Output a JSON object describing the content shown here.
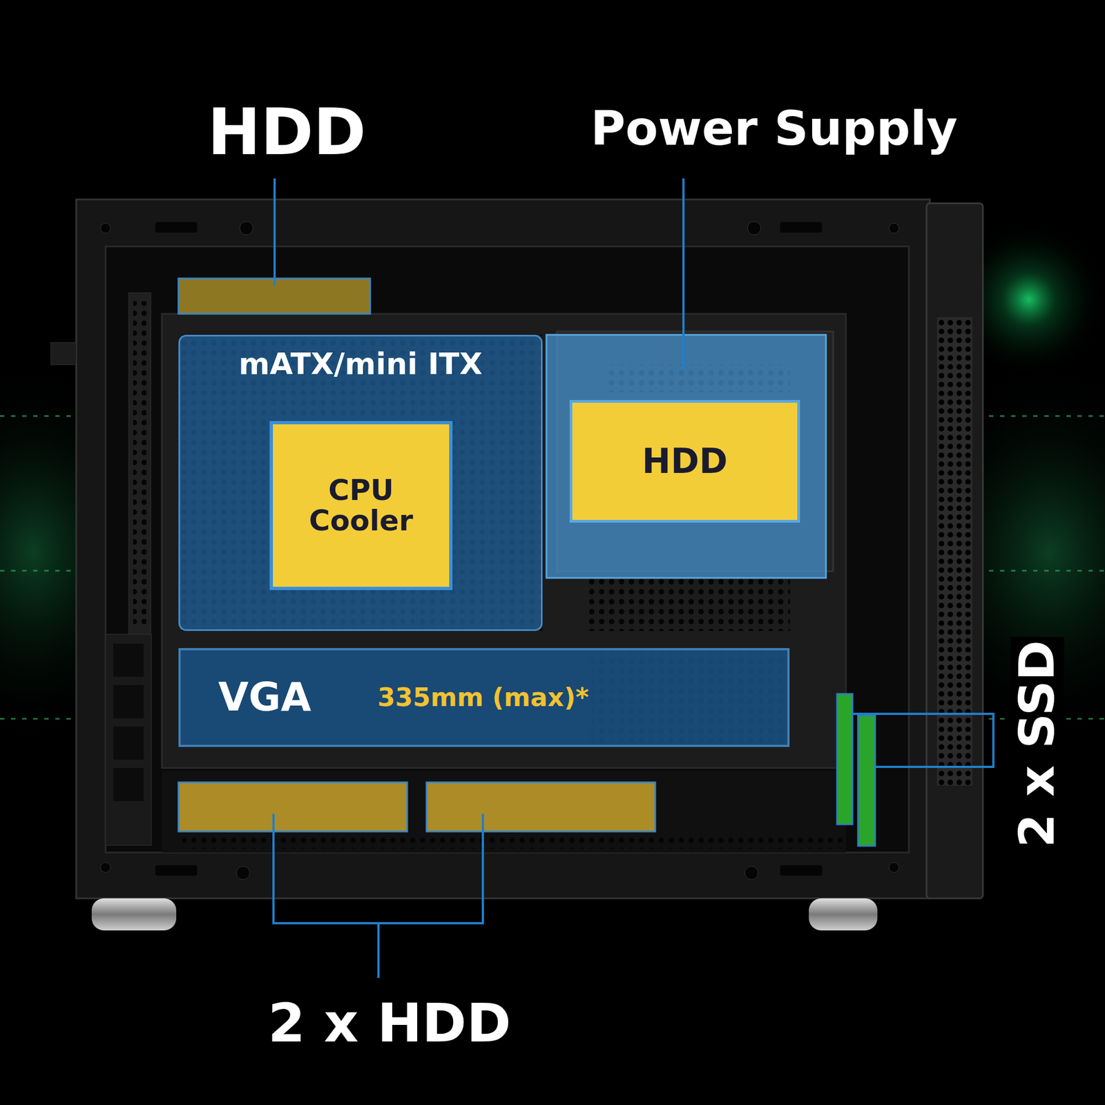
{
  "diagram": {
    "nodes": [
      {
        "text": [
          "mATX/mini ITX"
        ]
      },
      {
        "text": [
          "CPU Cooler"
        ],
        "in": 0
      },
      {
        "text": [
          "HDD"
        ]
      },
      {
        "text": [
          "VGA",
          "335mm (max)*"
        ]
      }
    ],
    "labels": [
      "HDD",
      "Power Supply",
      "2 x SSD",
      "2 x HDD"
    ]
  }
}
